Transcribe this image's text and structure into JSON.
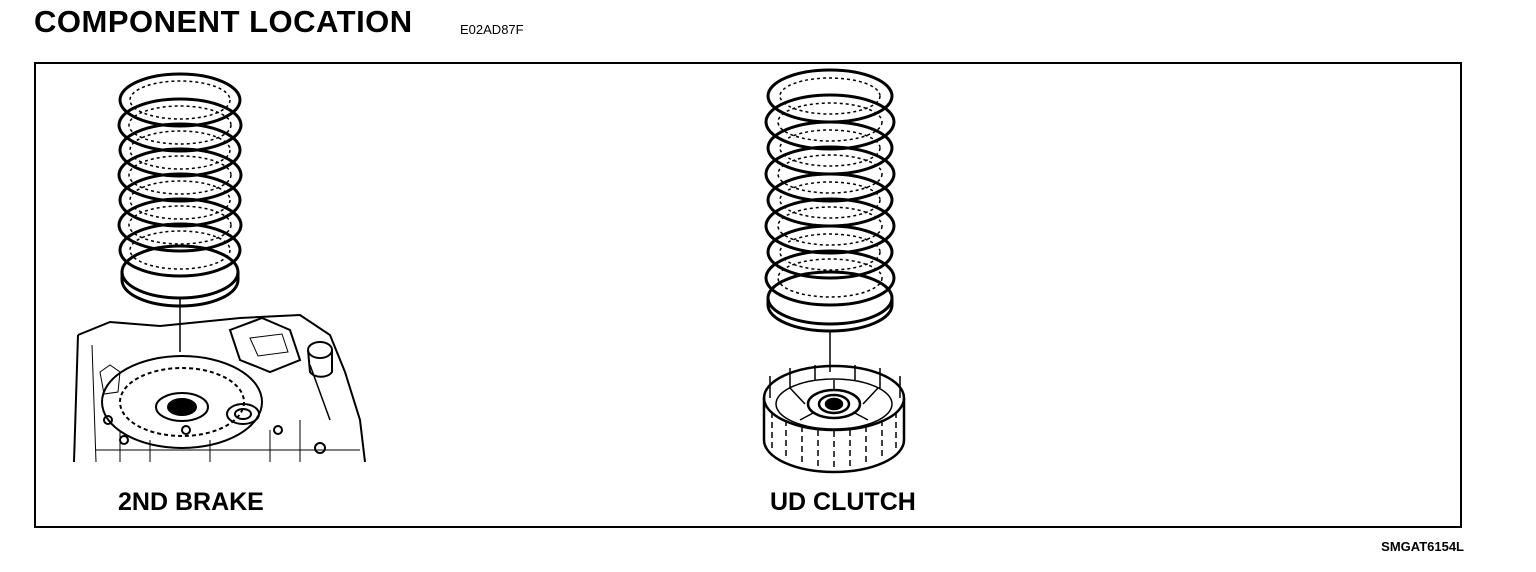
{
  "header": {
    "title": "COMPONENT LOCATION",
    "code": "E02AD87F"
  },
  "components": [
    {
      "label": "2ND BRAKE"
    },
    {
      "label": "UD CLUTCH"
    }
  ],
  "figure_ref": "SMGAT6154L"
}
